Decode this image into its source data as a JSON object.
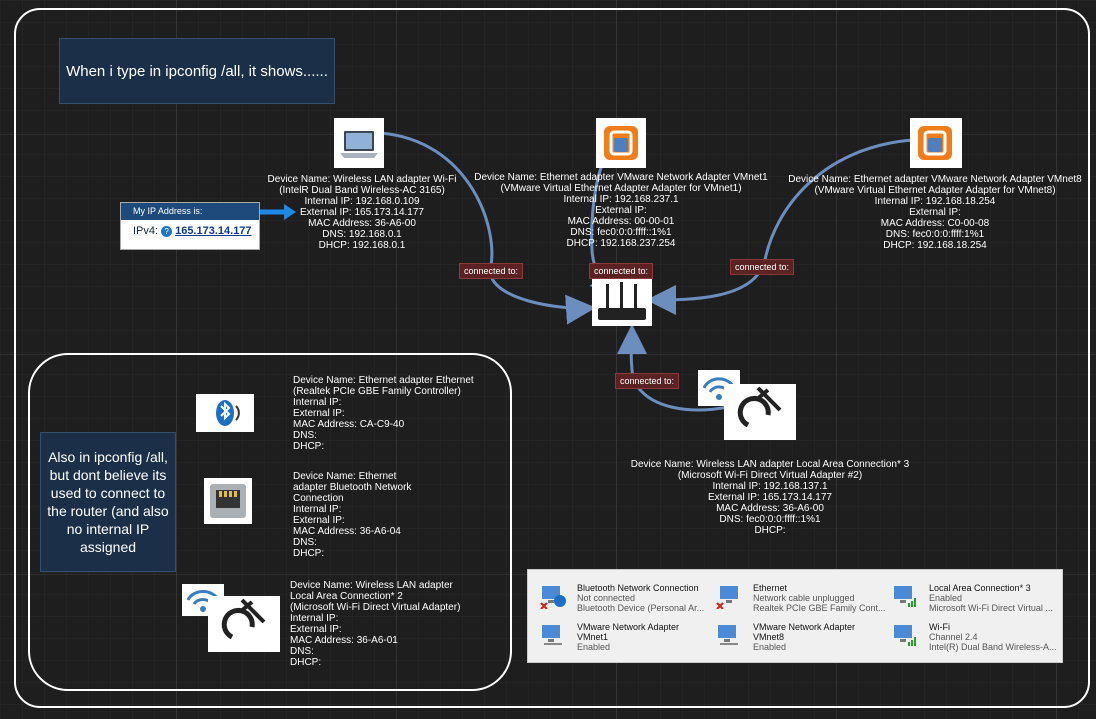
{
  "notes": {
    "top": "When i type in ipconfig /all, it shows......",
    "side": "Also in ipconfig /all, but dont believe its used to connect to the router (and also no internal IP assigned"
  },
  "my_ip": {
    "header": "My IP Address is:",
    "label": "IPv4:",
    "help": "?",
    "value": "165.173.14.177"
  },
  "devices": {
    "wifi": [
      "Device Name: Wireless LAN adapter Wi-Fi",
      "(IntelR Dual Band Wireless-AC 3165)",
      "Internal IP: 192.168.0.109",
      "External IP: 165.173.14.177",
      "MAC Address: 36-A6-00",
      "DNS: 192.168.0.1",
      "DHCP: 192.168.0.1"
    ],
    "vmnet1": [
      "Device Name: Ethernet adapter VMware Network Adapter VMnet1",
      "(VMware Virtual Ethernet Adapter Adapter for VMnet1)",
      "Internal IP: 192.168.237.1",
      "External IP:",
      "MAC Address: 00-00-01",
      "DNS: fec0:0:0:ffff::1%1",
      "DHCP: 192.168.237.254"
    ],
    "vmnet8": [
      "Device Name: Ethernet adapter VMware Network Adapter VMnet8",
      "(VMware Virtual Ethernet Adapter Adapter for VMnet8)",
      "Internal IP: 192.168.18.254",
      "External IP:",
      "MAC Address: C0-00-08",
      "DNS: fec0:0:0:ffff:1%1",
      "DHCP: 192.168.18.254"
    ],
    "lac3": [
      "Device Name: Wireless LAN adapter Local Area Connection* 3",
      "(Microsoft Wi-Fi Direct Virtual Adapter #2)",
      "Internal IP: 192.168.137.1",
      "External IP: 165.173.14.177",
      "MAC Address: 36-A6-00",
      "DNS: fec0:0:0:ffff::1%1",
      "DHCP:"
    ],
    "ethernet": [
      "Device Name: Ethernet adapter Ethernet",
      "(Realtek PCIe GBE Family Controller)",
      "Internal IP:",
      "External IP:",
      "MAC Address: CA-C9-40",
      "DNS:",
      "DHCP:"
    ],
    "bluetooth": [
      "Device Name: Ethernet",
      "adapter Bluetooth Network",
      "Connection",
      "Internal IP:",
      "External IP:",
      "MAC Address: 36-A6-04",
      "DNS:",
      "DHCP:"
    ],
    "lac2": [
      "Device Name: Wireless LAN adapter",
      "Local Area Connection* 2",
      "(Microsoft Wi-Fi Direct Virtual Adapter)",
      "Internal IP:",
      "External IP:",
      "MAC Address: 36-A6-01",
      "DNS:",
      "DHCP:"
    ]
  },
  "connection_label": "connected to:",
  "adapters_panel": [
    {
      "name": "Bluetooth Network Connection",
      "status": "Not connected",
      "detail": "Bluetooth Device (Personal Ar...",
      "icon": "bluetooth-adapter-icon"
    },
    {
      "name": "Ethernet",
      "status": "Network cable unplugged",
      "detail": "Realtek PCIe GBE Family Cont...",
      "icon": "ethernet-adapter-icon"
    },
    {
      "name": "Local Area Connection* 3",
      "status": "Enabled",
      "detail": "Microsoft Wi-Fi Direct Virtual ...",
      "icon": "wireless-adapter-icon"
    },
    {
      "name": "VMware Network Adapter",
      "status": "VMnet1",
      "detail": "Enabled",
      "icon": "network-adapter-icon"
    },
    {
      "name": "VMware Network Adapter",
      "status": "VMnet8",
      "detail": "Enabled",
      "icon": "network-adapter-icon"
    },
    {
      "name": "Wi-Fi",
      "status": "Channel 2.4",
      "detail": "Intel(R) Dual Band Wireless-A...",
      "icon": "wireless-adapter-icon"
    }
  ],
  "colors": {
    "background": "#1e1e1e",
    "note": "#1b3048",
    "wire": "#6c8ebf",
    "label": "#5a2222"
  }
}
